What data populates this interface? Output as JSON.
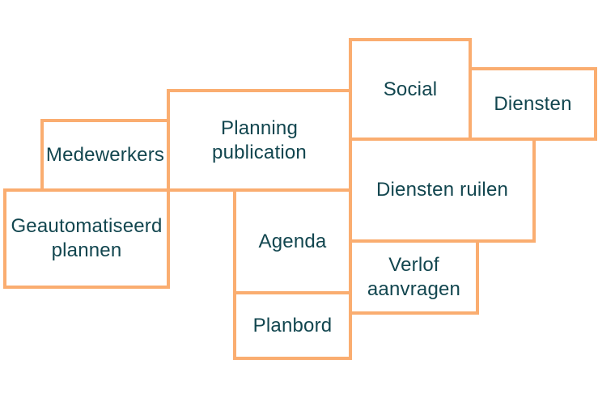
{
  "diagram": {
    "background_color": "#ffffff",
    "border_color": "#faad70",
    "text_color": "#12464f",
    "tiles": {
      "medewerkers": {
        "label": "Medewerkers"
      },
      "planning_publication": {
        "label": "Planning\npublication"
      },
      "social": {
        "label": "Social"
      },
      "diensten": {
        "label": "Diensten"
      },
      "diensten_ruilen": {
        "label": "Diensten ruilen"
      },
      "verlof_aanvragen": {
        "label": "Verlof\naanvragen"
      },
      "agenda": {
        "label": "Agenda"
      },
      "planbord": {
        "label": "Planbord"
      },
      "geautomatiseerd_plannen": {
        "label": "Geautomatiseerd\nplannen"
      }
    }
  }
}
